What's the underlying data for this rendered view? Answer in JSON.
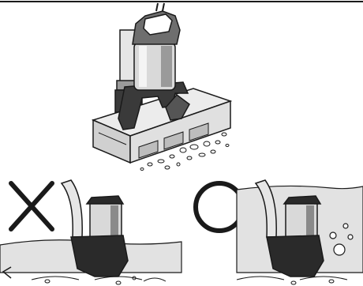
{
  "figure": {
    "top_illustration": {
      "subject": "submersible-pump-on-cinder-block",
      "icons": [
        "pump-icon",
        "cinder-block-icon",
        "hose-icon",
        "gravel-icon"
      ]
    },
    "bottom_left": {
      "verdict_symbol": "✕",
      "meaning": "incorrect",
      "icons": [
        "cross-mark-icon",
        "pump-icon",
        "hose-icon",
        "water-icon",
        "sediment-icon"
      ]
    },
    "bottom_right": {
      "verdict_symbol": "○",
      "meaning": "correct",
      "icons": [
        "circle-mark-icon",
        "pump-icon",
        "hose-icon",
        "water-icon",
        "bubbles-icon",
        "sediment-icon"
      ]
    }
  },
  "colors": {
    "line": "#1a1a1a",
    "pump_dark": "#2a2a2a",
    "pump_mid": "#6e6e6e",
    "pump_light": "#d9d9d9",
    "block": "#e6e6e6",
    "block_shadow": "#bdbdbd",
    "water": "#e2e2e2",
    "background": "#ffffff"
  }
}
